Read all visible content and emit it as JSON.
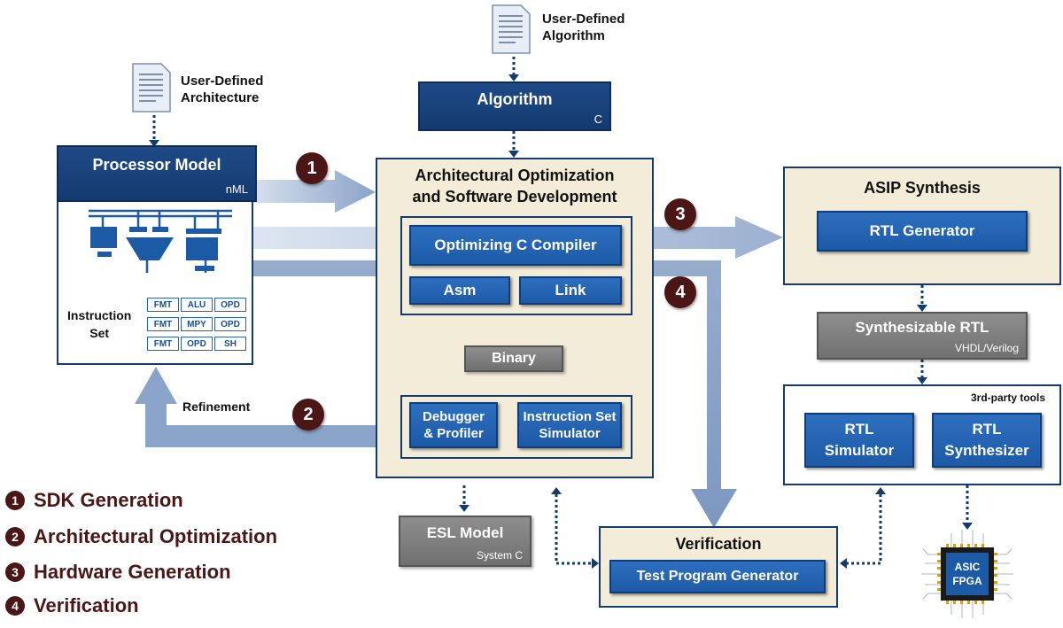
{
  "inputs": {
    "architecture": {
      "line1": "User-Defined",
      "line2": "Architecture"
    },
    "algorithm": {
      "line1": "User-Defined",
      "line2": "Algorithm"
    }
  },
  "processor_model": {
    "title": "Processor Model",
    "tag": "nML",
    "instruction_set_label_1": "Instruction",
    "instruction_set_label_2": "Set",
    "isa_table": [
      [
        "FMT",
        "ALU",
        "OPD"
      ],
      [
        "FMT",
        "MPY",
        "OPD"
      ],
      [
        "FMT",
        "OPD",
        "SH"
      ]
    ]
  },
  "algorithm_box": {
    "title": "Algorithm",
    "tag": "C"
  },
  "arch_opt": {
    "title_1": "Architectural Optimization",
    "title_2": "and Software Development",
    "compiler": "Optimizing C Compiler",
    "asm": "Asm",
    "link": "Link",
    "binary": "Binary",
    "debugger_1": "Debugger",
    "debugger_2": "& Profiler",
    "iss_1": "Instruction Set",
    "iss_2": "Simulator"
  },
  "refinement": "Refinement",
  "esl": {
    "title": "ESL Model",
    "tag": "System C"
  },
  "verification": {
    "title": "Verification",
    "tpg": "Test Program Generator"
  },
  "asip": {
    "title": "ASIP Synthesis",
    "rtl_generator": "RTL Generator"
  },
  "synth_rtl": {
    "title": "Synthesizable RTL",
    "tag": "VHDL/Verilog"
  },
  "third_party": {
    "caption": "3rd-party tools",
    "simulator_1": "RTL",
    "simulator_2": "Simulator",
    "synthesizer_1": "RTL",
    "synthesizer_2": "Synthesizer"
  },
  "chip": {
    "line1": "ASIC",
    "line2": "FPGA"
  },
  "steps": [
    "1",
    "2",
    "3",
    "4"
  ],
  "legend": [
    {
      "num": "1",
      "text": "SDK Generation"
    },
    {
      "num": "2",
      "text": "Architectural Optimization"
    },
    {
      "num": "3",
      "text": "Hardware Generation"
    },
    {
      "num": "4",
      "text": "Verification"
    }
  ],
  "colors": {
    "navy": "#143a70",
    "blue": "#1d5aa6",
    "beige": "#f3ecd9",
    "arrow": "#8aa3c8",
    "step": "#4a1616",
    "gray": "#7a7a7a"
  }
}
